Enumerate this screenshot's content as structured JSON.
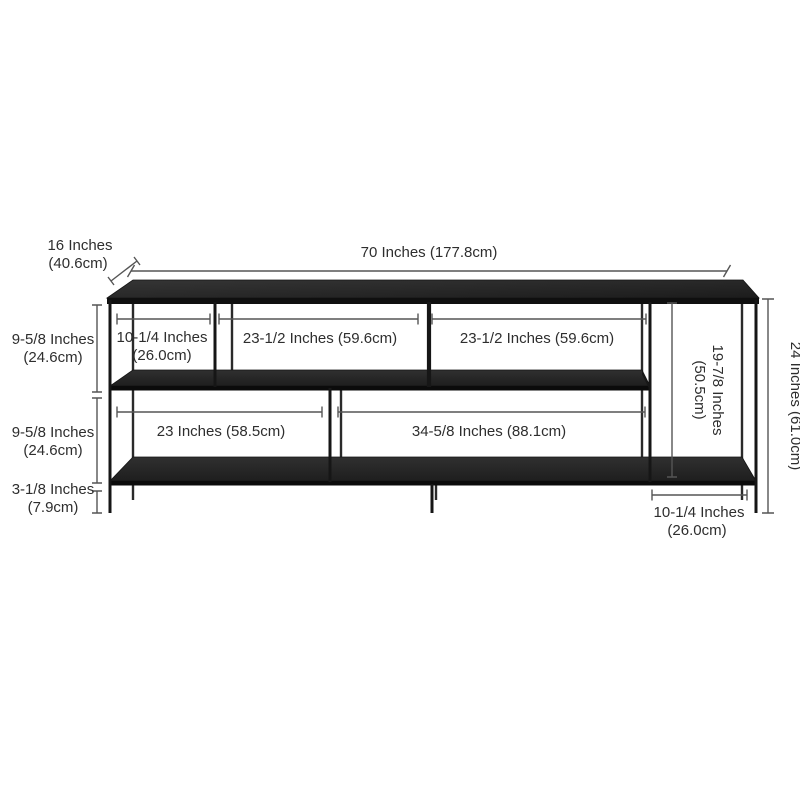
{
  "colors": {
    "background": "#ffffff",
    "furniture": "#1a1a1a",
    "dimension_lines": "#555555",
    "label_text": "#2e2e2e"
  },
  "labels": {
    "width_total": "70 Inches (177.8cm)",
    "depth_line1": "16 Inches",
    "depth_line2": "(40.6cm)",
    "shelf_gap_upper_line1": "9-5/8 Inches",
    "shelf_gap_upper_line2": "(24.6cm)",
    "shelf_gap_lower_line1": "9-5/8 Inches",
    "shelf_gap_lower_line2": "(24.6cm)",
    "base_height_line1": "3-1/8 Inches",
    "base_height_line2": "(7.9cm)",
    "top_section_left_line1": "10-1/4 Inches",
    "top_section_left_line2": "(26.0cm)",
    "top_section_mid": "23-1/2 Inches (59.6cm)",
    "top_section_right": "23-1/2 Inches (59.6cm)",
    "bottom_section_left": "23 Inches (58.5cm)",
    "bottom_section_right": "34-5/8 Inches (88.1cm)",
    "open_section_height_line1": "19-7/8 Inches",
    "open_section_height_line2": "(50.5cm)",
    "total_height": "24 Inches (61.0cm)",
    "bottom_right_width_line1": "10-1/4 Inches",
    "bottom_right_width_line2": "(26.0cm)"
  }
}
